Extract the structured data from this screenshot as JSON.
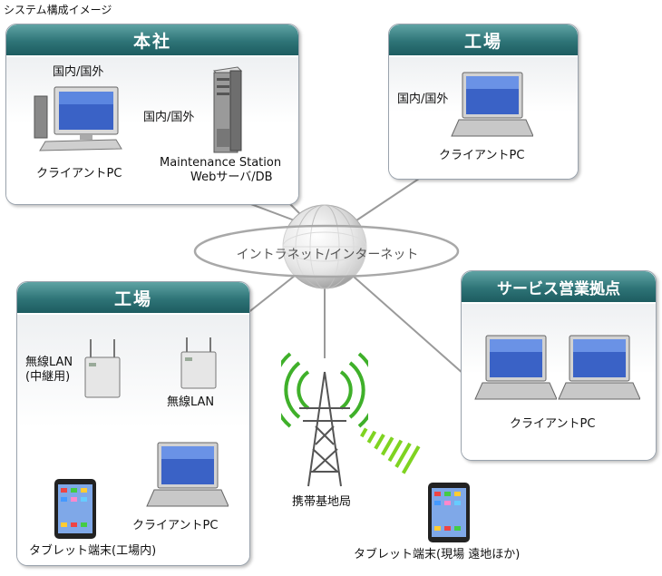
{
  "title": "システム構成イメージ",
  "network": "イントラネット/インターネット",
  "panels": {
    "honsha": {
      "header": "本社",
      "domestic1": "国内/国外",
      "client": "クライアントPC",
      "domestic2": "国内/国外",
      "server_line1": "Maintenance Station",
      "server_line2": "Webサーバ/DB"
    },
    "factory_top": {
      "header": "工場",
      "domestic": "国内/国外",
      "client": "クライアントPC"
    },
    "factory_bottom": {
      "header": "工場",
      "wlan_relay_line1": "無線LAN",
      "wlan_relay_line2": "(中継用)",
      "wlan": "無線LAN",
      "client": "クライアントPC",
      "tablet": "タブレット端末(工場内)"
    },
    "service": {
      "header": "サービス営業拠点",
      "client": "クライアントPC"
    }
  },
  "tower": "携帯基地局",
  "tablet_remote": "タブレット端末(現場 遠地ほか)",
  "colors": {
    "header_teal": "#2e7477",
    "wave_green": "#7fd321",
    "line_gray": "#9a9a9a"
  }
}
